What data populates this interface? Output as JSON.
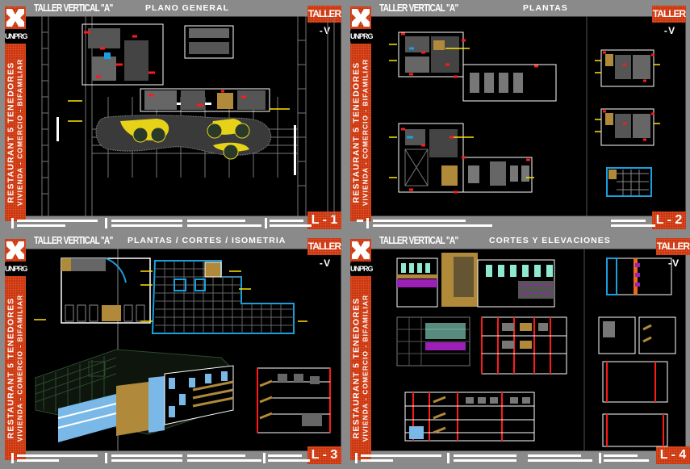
{
  "project": {
    "workshop": "TALLER VERTICAL \"A\"",
    "taller_badge": "TALLER - V",
    "institution": "UNPRG",
    "sidebar_line1": "RESTAURANT 5 TENEDORES",
    "sidebar_line2": "VIVIENDA - COMERCIO - BIFAMILIAR"
  },
  "colors": {
    "frame": "#8a8a8a",
    "badge": "#c8360f",
    "background": "#000000",
    "cad_red": "#ff1a1a",
    "cad_yellow": "#ffe600",
    "cad_cyan": "#1aa0e0",
    "cad_gray": "#8a8a8a",
    "cad_tan": "#b08a3a"
  },
  "sheets": [
    {
      "id": "L-1",
      "title": "PLANO GENERAL",
      "sheet_label": "L - 1",
      "content": [
        "site plan",
        "landscaped plaza with trees",
        "building floor plans",
        "street grid"
      ]
    },
    {
      "id": "L-2",
      "title": "PLANTAS",
      "sheet_label": "L - 2",
      "content": [
        "first floor plan",
        "second floor plan",
        "upper floor plans",
        "roof plan"
      ]
    },
    {
      "id": "L-3",
      "title": "PLANTAS / CORTES / ISOMETRIA",
      "sheet_label": "L - 3",
      "content": [
        "basement parking plan",
        "roof grid plan",
        "isometric view",
        "section"
      ]
    },
    {
      "id": "L-4",
      "title": "CORTES Y ELEVACIONES",
      "sheet_label": "L - 4",
      "content": [
        "main elevation",
        "lateral elevation",
        "sections",
        "side elevations"
      ]
    }
  ]
}
